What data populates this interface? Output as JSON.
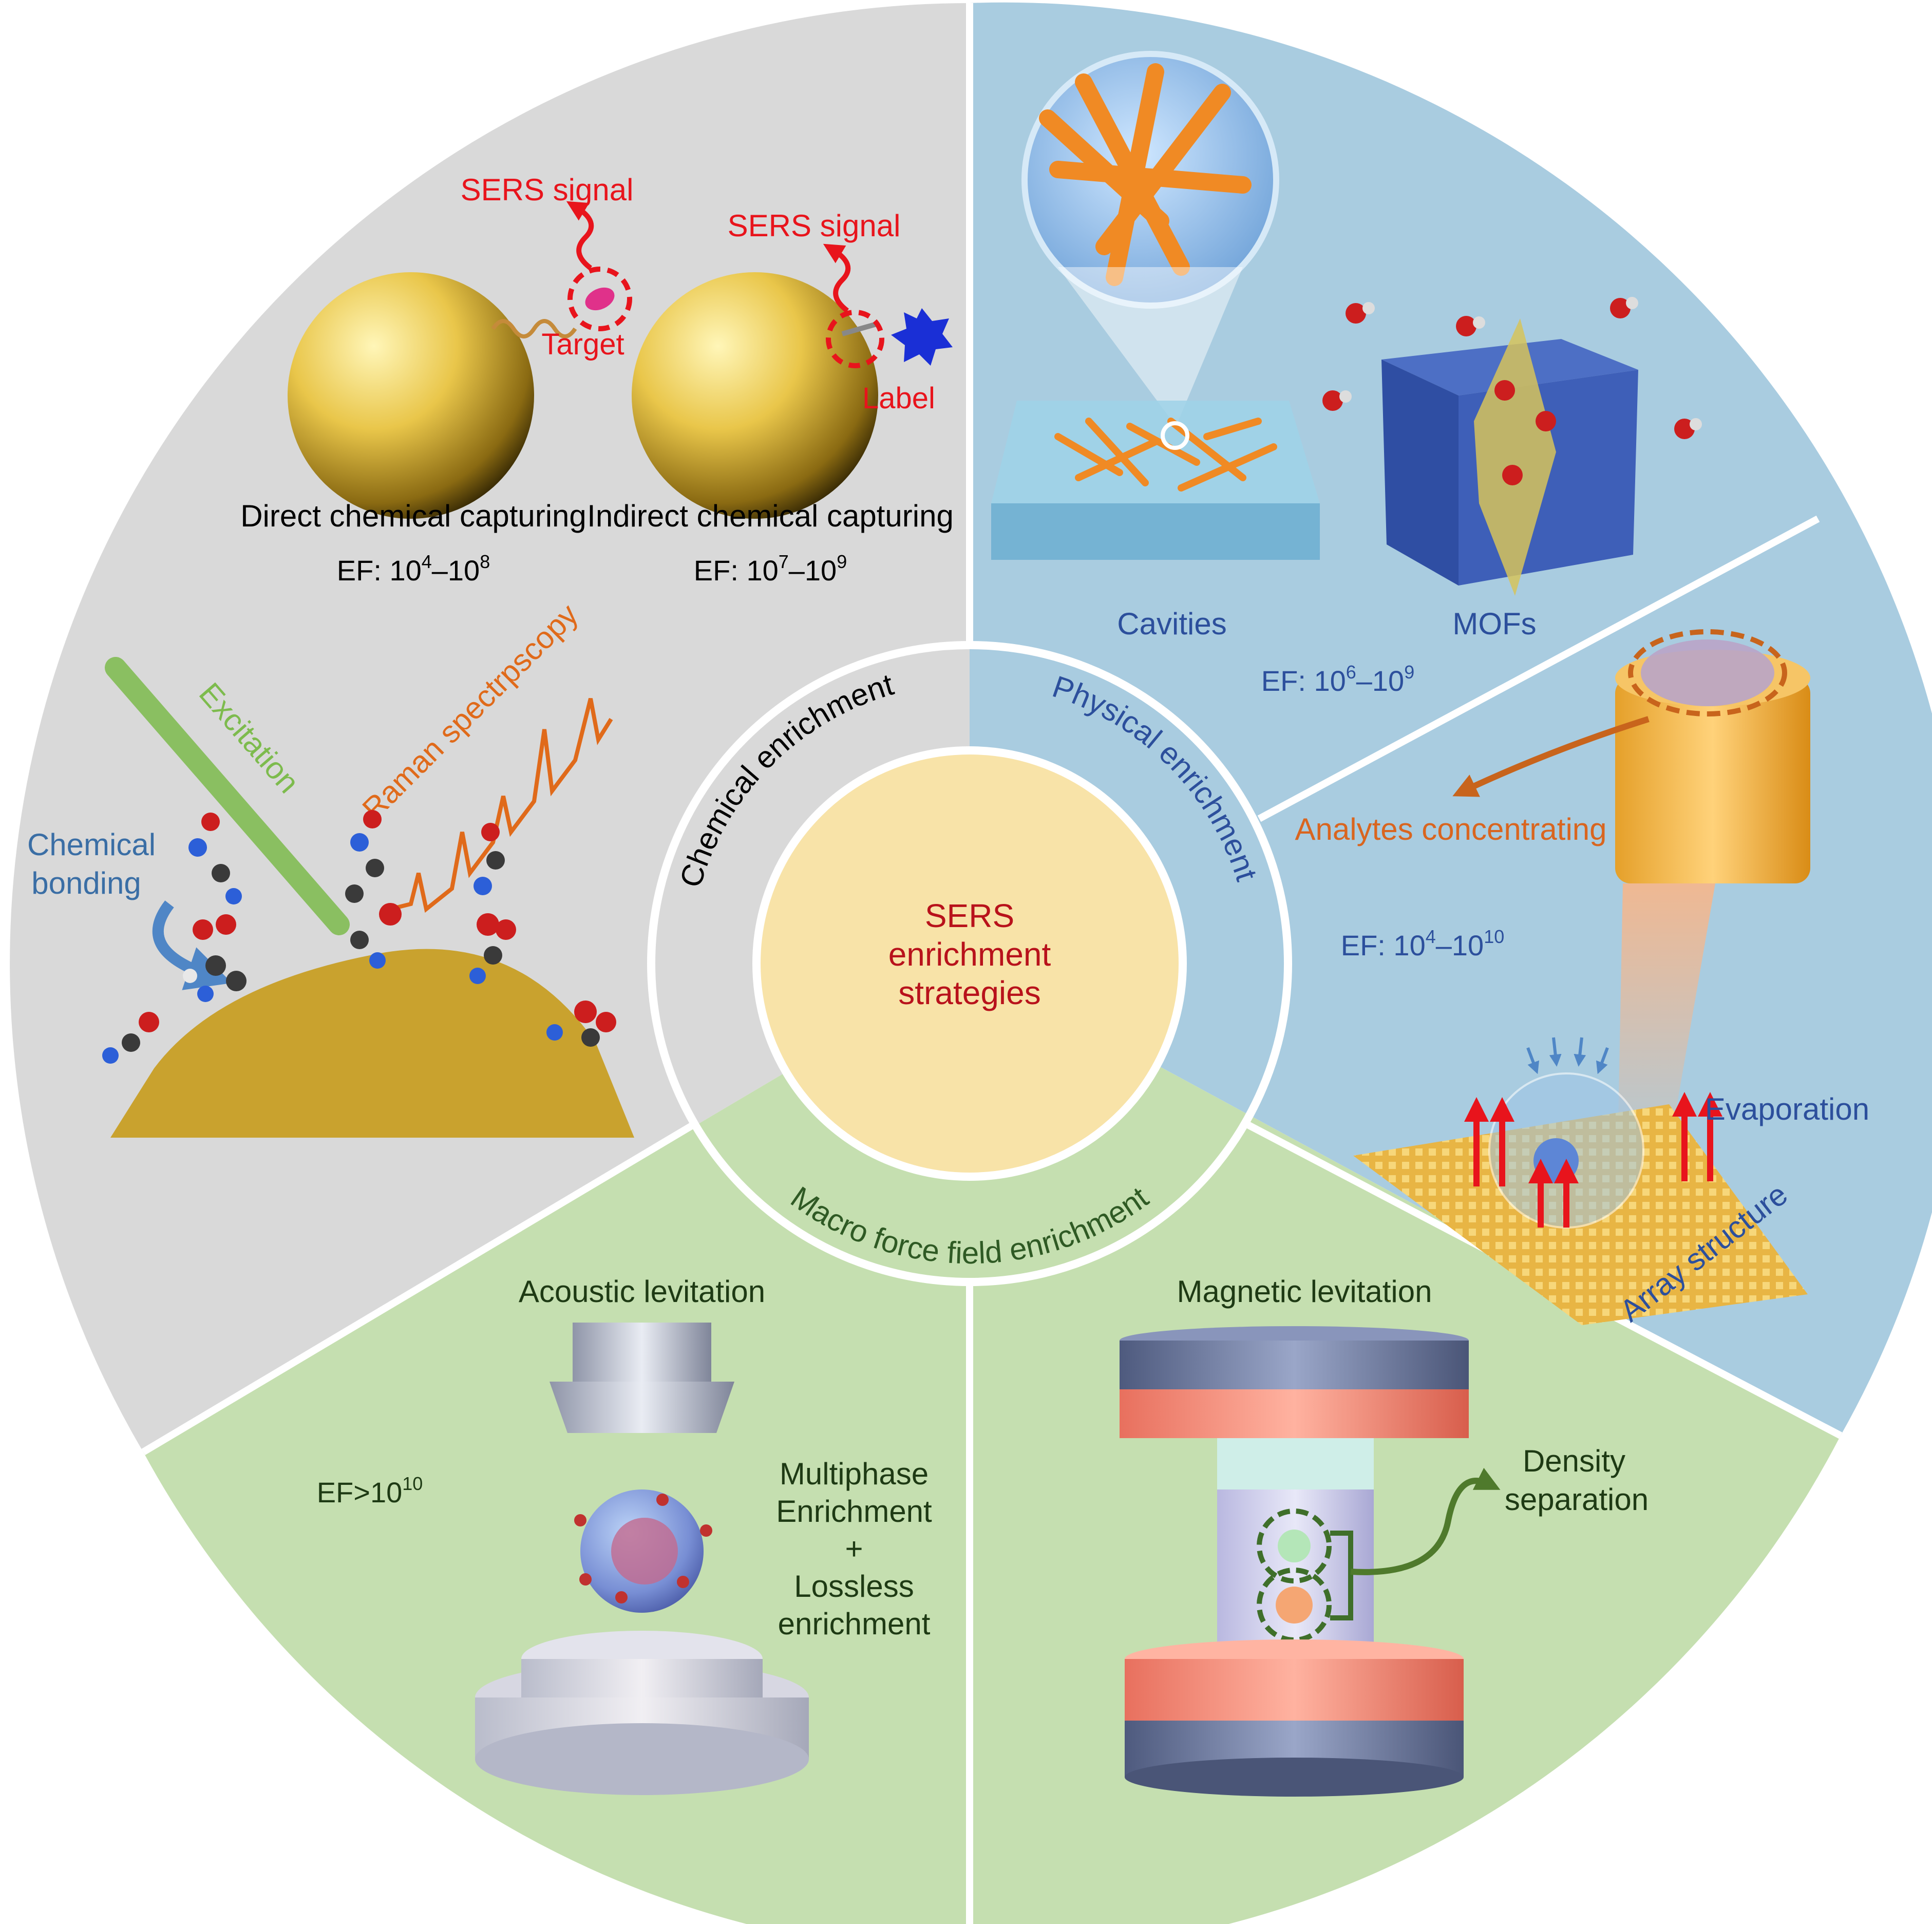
{
  "center": {
    "line1": "SERS",
    "line2": "enrichment",
    "line3": "strategies"
  },
  "ring": {
    "chemical": "Chemical enrichment",
    "physical": "Physical enrichment",
    "macro": "Macro force field enrichment"
  },
  "chemical": {
    "sers_signal_1": "SERS signal",
    "sers_signal_2": "SERS signal",
    "target": "Target",
    "label": "Label",
    "direct": "Direct chemical capturing",
    "indirect": "Indirect chemical capturing",
    "ef_direct_base": "EF: 10",
    "ef_direct_exp1": "4",
    "ef_direct_mid": "–10",
    "ef_direct_exp2": "8",
    "ef_indirect_base": "EF: 10",
    "ef_indirect_exp1": "7",
    "ef_indirect_mid": "–10",
    "ef_indirect_exp2": "9",
    "excitation": "Excitation",
    "raman": "Raman spectrpscopy",
    "bonding_1": "Chemical",
    "bonding_2": "bonding"
  },
  "physical": {
    "cavities": "Cavities",
    "mofs": "MOFs",
    "ef_top_base": "EF: 10",
    "ef_top_exp1": "6",
    "ef_top_mid": "–10",
    "ef_top_exp2": "9",
    "analytes": "Analytes concentrating",
    "ef_bottom_base": "EF: 10",
    "ef_bottom_exp1": "4",
    "ef_bottom_mid": "–10",
    "ef_bottom_exp2": "10",
    "evaporation": "Evaporation",
    "array": "Array structure"
  },
  "macro": {
    "acoustic": "Acoustic levitation",
    "ef_base": "EF>10",
    "ef_exp": "10",
    "multi_1": "Multiphase",
    "multi_2": "Enrichment",
    "multi_3": "+",
    "multi_4": "Lossless",
    "multi_5": "enrichment",
    "magnetic": "Magnetic levitation",
    "density_1": "Density",
    "density_2": "separation"
  },
  "colors": {
    "chemical_bg": "#d9d9d9",
    "physical_bg": "#a9cce0",
    "macro_bg": "#c5dfb0",
    "center_fill": "#f8e3a8",
    "accent_red": "#e8141c",
    "dark_red": "#b8121b",
    "blue_text": "#2c4f9c",
    "green_text": "#2f5a24",
    "orange_text": "#d9651f",
    "light_green": "#7dbb4d"
  }
}
